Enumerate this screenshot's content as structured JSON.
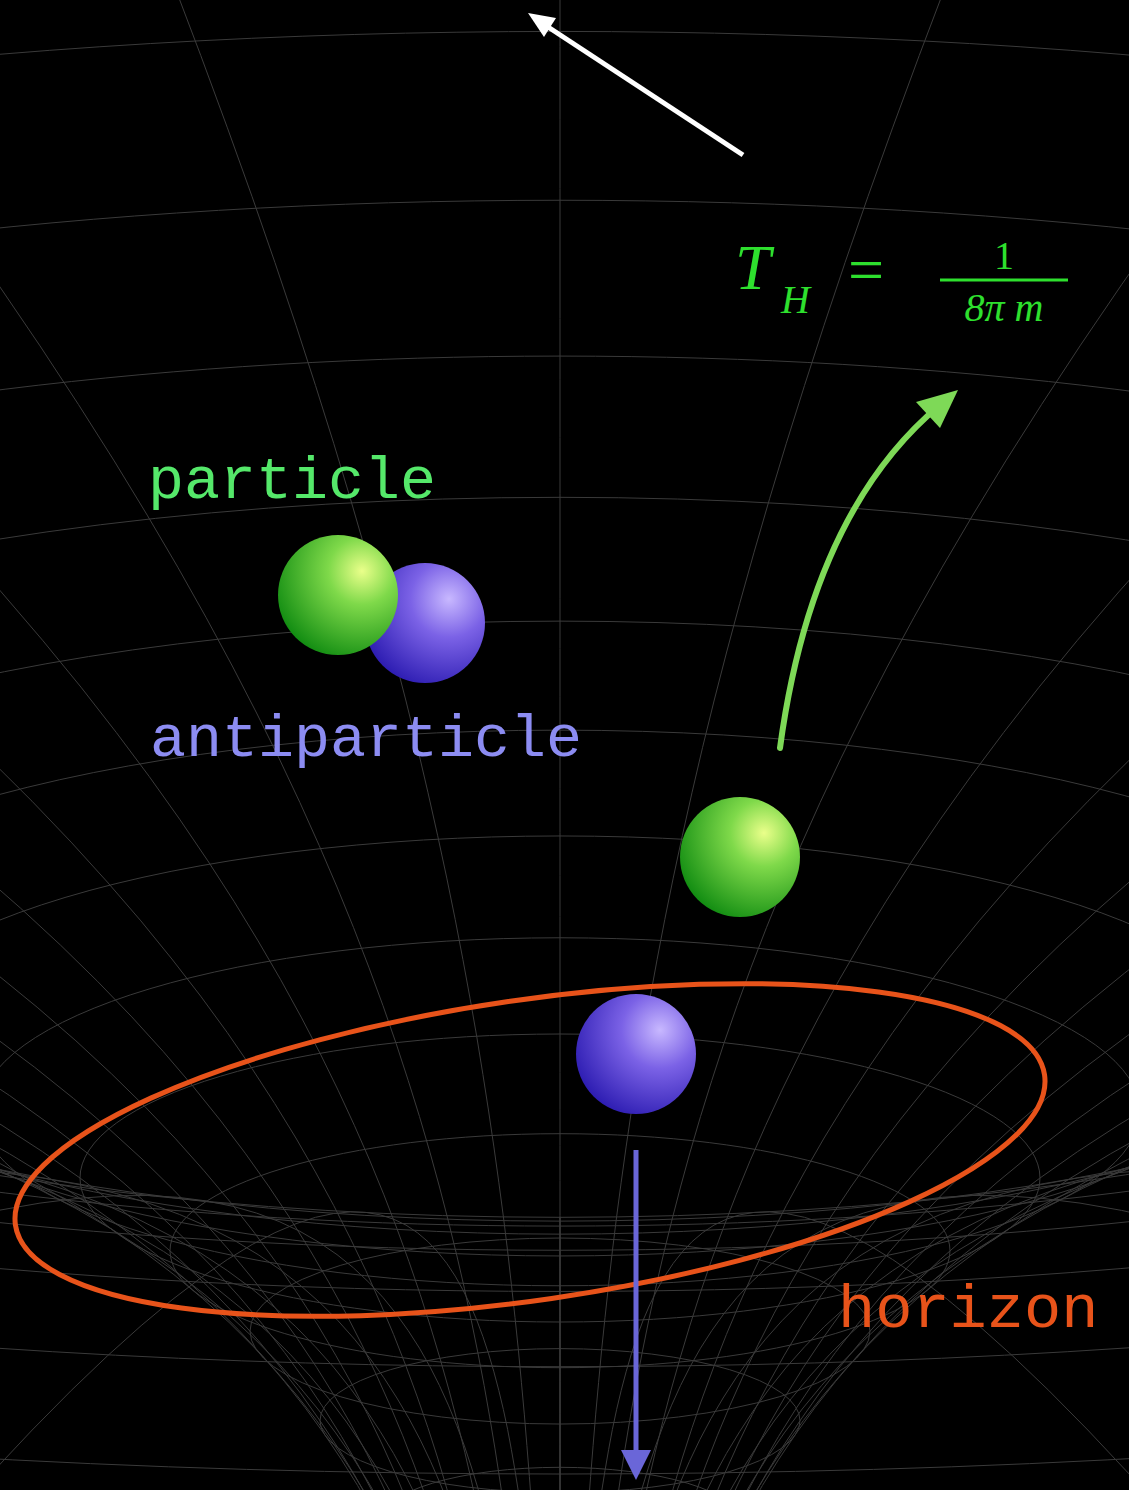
{
  "diagram": {
    "labels": [
      "T",
      "H",
      "=",
      "1",
      "8π m",
      "particle",
      "antiparticle",
      "horizon"
    ]
  }
}
